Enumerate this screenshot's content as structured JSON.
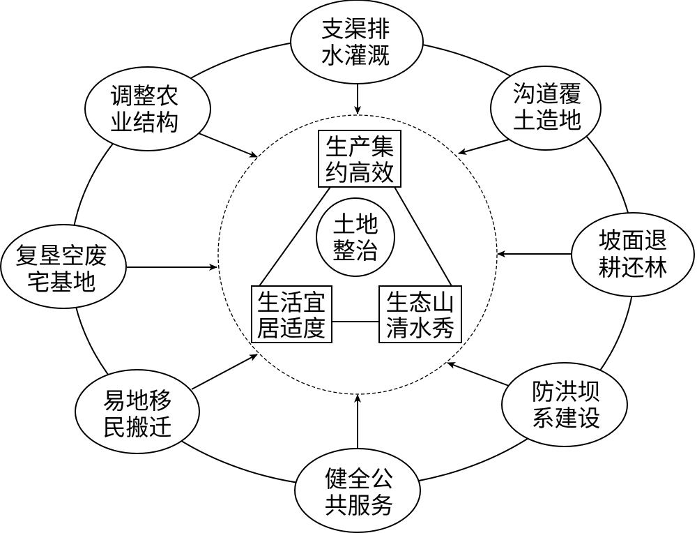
{
  "diagram": {
    "stroke_color": "#000000",
    "background": "#ffffff",
    "core": {
      "label_lines": [
        "土地",
        "整治"
      ]
    },
    "goals": [
      {
        "id": "production",
        "label_lines": [
          "生产集",
          "约高效"
        ]
      },
      {
        "id": "living",
        "label_lines": [
          "生活宜",
          "居适度"
        ]
      },
      {
        "id": "ecology",
        "label_lines": [
          "生态山",
          "清水秀"
        ]
      }
    ],
    "measures": [
      {
        "id": "canal-irrigation",
        "label_lines": [
          "支渠排",
          "水灌溉"
        ]
      },
      {
        "id": "gully-land",
        "label_lines": [
          "沟道覆",
          "土造地"
        ]
      },
      {
        "id": "slope-forest",
        "label_lines": [
          "坡面退",
          "耕还林"
        ]
      },
      {
        "id": "check-dam",
        "label_lines": [
          "防洪坝",
          "系建设"
        ]
      },
      {
        "id": "public-service",
        "label_lines": [
          "健全公",
          "共服务"
        ]
      },
      {
        "id": "relocation",
        "label_lines": [
          "易地移",
          "民搬迁"
        ]
      },
      {
        "id": "homestead",
        "label_lines": [
          "复垦空废",
          "宅基地"
        ]
      },
      {
        "id": "agri-structure",
        "label_lines": [
          "调整农",
          "业结构"
        ]
      }
    ],
    "relations": [
      {
        "from": "canal-irrigation",
        "to": "goal-circle",
        "type": "arrow"
      },
      {
        "from": "gully-land",
        "to": "goal-circle",
        "type": "arrow"
      },
      {
        "from": "slope-forest",
        "to": "goal-circle",
        "type": "arrow"
      },
      {
        "from": "check-dam",
        "to": "goal-circle",
        "type": "arrow"
      },
      {
        "from": "public-service",
        "to": "goal-circle",
        "type": "arrow"
      },
      {
        "from": "relocation",
        "to": "goal-circle",
        "type": "arrow"
      },
      {
        "from": "homestead",
        "to": "goal-circle",
        "type": "arrow"
      },
      {
        "from": "agri-structure",
        "to": "goal-circle",
        "type": "arrow"
      },
      {
        "from": "production",
        "to": "living",
        "type": "line"
      },
      {
        "from": "production",
        "to": "ecology",
        "type": "line"
      },
      {
        "from": "living",
        "to": "ecology",
        "type": "line"
      }
    ]
  }
}
